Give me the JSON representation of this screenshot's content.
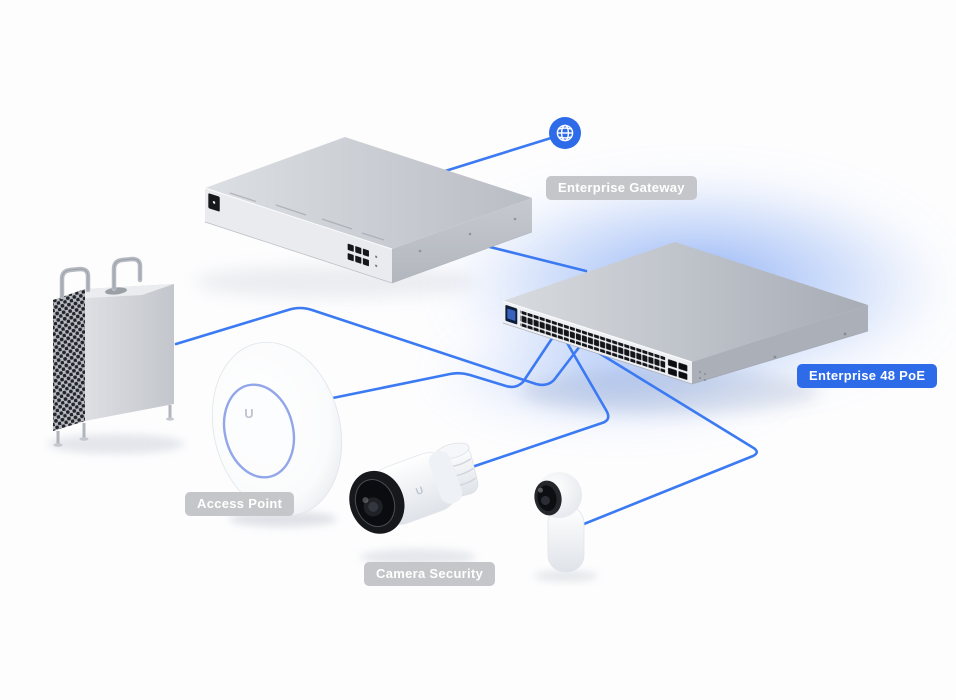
{
  "colors": {
    "accent_blue": "#2d6be9",
    "line_blue": "#3b7af2",
    "badge_gray": "#c5c6c9",
    "badge_text": "#ffffff",
    "glow_blue": "#8cb0f5",
    "background": "#fdfdfe"
  },
  "nodes": {
    "internet": {
      "icon": "internet-globe-icon"
    },
    "gateway": {
      "label": "Enterprise Gateway",
      "badge_style": "gray"
    },
    "switch": {
      "label": "Enterprise 48 PoE",
      "badge_style": "blue",
      "highlighted": true
    },
    "computer": {},
    "access_point": {
      "label": "Access Point",
      "badge_style": "gray",
      "logo_glyph": "U"
    },
    "bullet_camera": {
      "label": "Camera Security",
      "badge_style": "gray",
      "logo_glyph": "U"
    },
    "compact_camera": {}
  },
  "connections": [
    {
      "from": "internet",
      "to": "gateway"
    },
    {
      "from": "gateway",
      "to": "switch"
    },
    {
      "from": "computer",
      "to": "switch"
    },
    {
      "from": "access_point",
      "to": "switch"
    },
    {
      "from": "bullet_camera",
      "to": "switch"
    },
    {
      "from": "compact_camera",
      "to": "switch"
    }
  ]
}
